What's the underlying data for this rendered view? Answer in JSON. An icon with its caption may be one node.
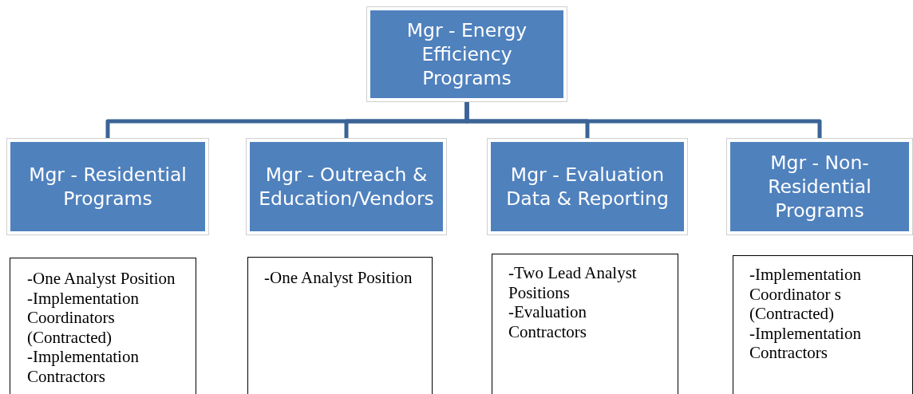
{
  "diagram": {
    "nodes": [
      {
        "text": [
          "Mgr - Energy Efficiency Programs"
        ]
      },
      {
        "text": [
          "Mgr - Residential Programs"
        ]
      },
      {
        "text": [
          "Mgr - Outreach & Education/Vendors"
        ]
      },
      {
        "text": [
          "Mgr - Evaluation Data & Reporting"
        ]
      },
      {
        "text": [
          "Mgr - Non-Residential Programs"
        ]
      },
      {
        "text": [
          "-One Analyst Position",
          "-Implementation Coordinators (Contracted)",
          "-Implementation Contractors"
        ]
      },
      {
        "text": [
          "-One Analyst Position"
        ]
      },
      {
        "text": [
          "-Two Lead Analyst Positions",
          "-Evaluation Contractors"
        ]
      },
      {
        "text": [
          "-Implementation Coordinator s (Contracted)",
          "-Implementation Contractors"
        ]
      }
    ],
    "edges": [
      {
        "from": 0,
        "to": 1,
        "arrow": "none"
      },
      {
        "from": 0,
        "to": 2,
        "arrow": "none"
      },
      {
        "from": 0,
        "to": 3,
        "arrow": "none"
      },
      {
        "from": 0,
        "to": 4,
        "arrow": "none"
      }
    ]
  }
}
